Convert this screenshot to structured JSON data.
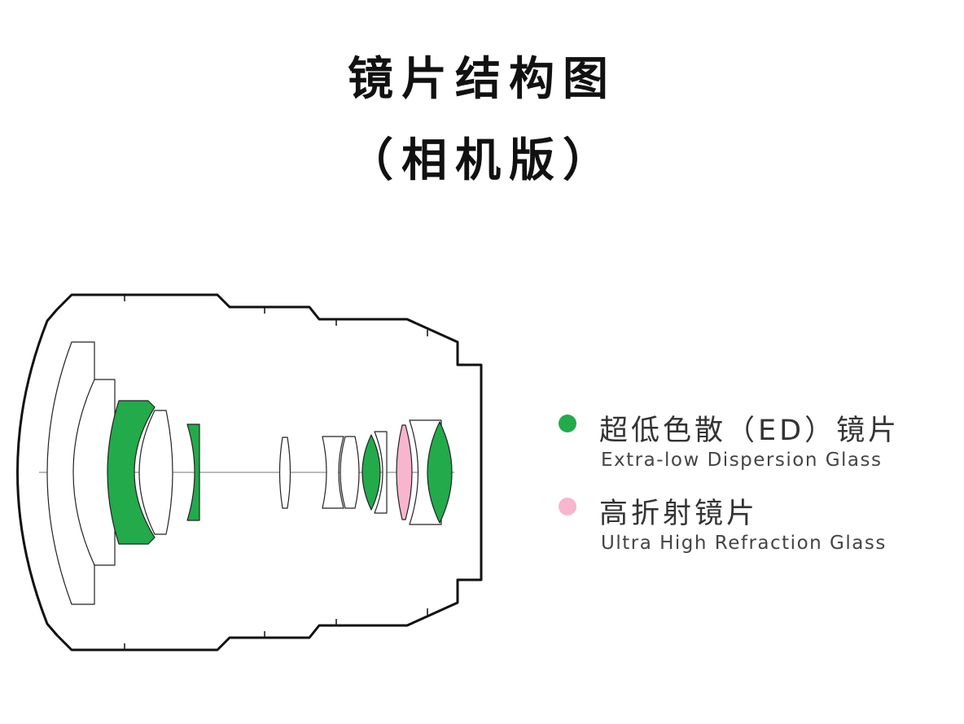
{
  "title": "镜片结构图",
  "subtitle": "（相机版）",
  "colors": {
    "ed_glass": "#22aa4b",
    "uhr_glass": "#f7b6cd",
    "outline": "#111111"
  },
  "legend": [
    {
      "color": "#22aa4b",
      "label_zh": "超低色散（ED）镜片",
      "label_en": "Extra-low Dispersion Glass"
    },
    {
      "color": "#f7b6cd",
      "label_zh": "高折射镜片",
      "label_en": "Ultra High Refraction Glass"
    }
  ]
}
